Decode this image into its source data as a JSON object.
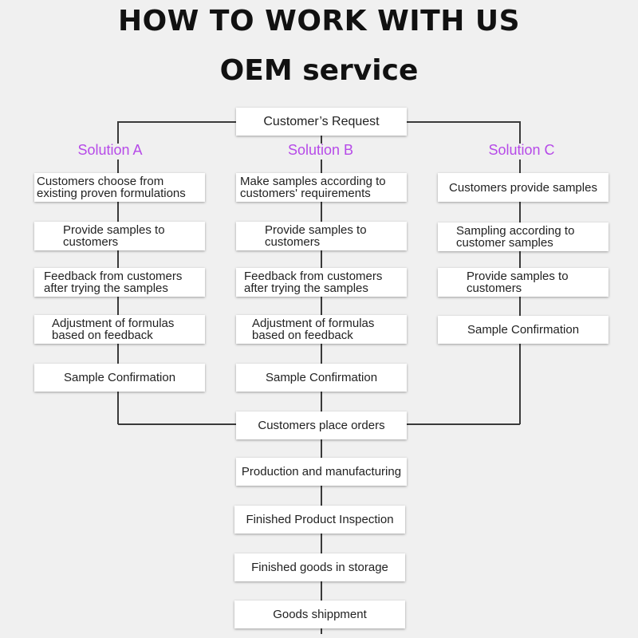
{
  "header": {
    "title": "HOW TO WORK WITH US",
    "subtitle": "OEM service"
  },
  "colors": {
    "solution_label": "#b64ae8",
    "line": "#3a3a3a",
    "background": "#f0f0f0"
  },
  "start_step": "Customer’s Request",
  "solutions": [
    {
      "label": "Solution A",
      "steps": [
        "Customers choose from existing proven formulations",
        "Provide samples to customers",
        "Feedback from customers after trying the samples",
        "Adjustment of formulas based on feedback",
        "Sample Confirmation"
      ]
    },
    {
      "label": "Solution B",
      "steps": [
        "Make samples according to customers' requirements",
        "Provide samples to customers",
        "Feedback from customers after trying the samples",
        "Adjustment of formulas based on feedback",
        "Sample Confirmation"
      ]
    },
    {
      "label": "Solution C",
      "steps": [
        "Customers provide samples",
        "Sampling according to customer samples",
        "Provide samples to customers",
        "Sample Confirmation"
      ]
    }
  ],
  "final_steps": [
    "Customers place orders",
    "Production and manufacturing",
    "Finished Product Inspection",
    "Finished goods in storage",
    "Goods shippment"
  ]
}
